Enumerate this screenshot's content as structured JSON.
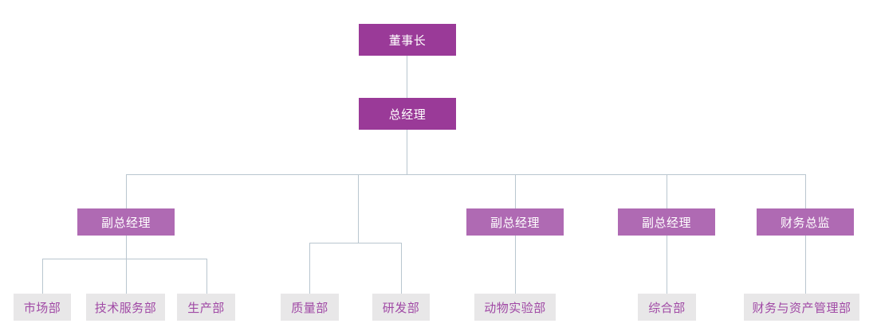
{
  "org_chart": {
    "level1": [
      {
        "id": "chairman",
        "label": "董事长"
      }
    ],
    "level2": [
      {
        "id": "general-manager",
        "label": "总经理",
        "reports_to": "chairman"
      }
    ],
    "level3": [
      {
        "id": "deputy-gm-1",
        "label": "副总经理",
        "reports_to": "general-manager"
      },
      {
        "id": "deputy-gm-2",
        "label": "副总经理",
        "reports_to": "general-manager"
      },
      {
        "id": "deputy-gm-3",
        "label": "副总经理",
        "reports_to": "general-manager"
      },
      {
        "id": "finance-director",
        "label": "财务总监",
        "reports_to": "general-manager"
      }
    ],
    "level4": [
      {
        "id": "marketing-dept",
        "label": "市场部",
        "reports_to": "deputy-gm-1"
      },
      {
        "id": "technical-service-dept",
        "label": "技术服务部",
        "reports_to": "deputy-gm-1"
      },
      {
        "id": "production-dept",
        "label": "生产部",
        "reports_to": "deputy-gm-1"
      },
      {
        "id": "quality-dept",
        "label": "质量部",
        "reports_to": "general-manager"
      },
      {
        "id": "research-dept",
        "label": "研发部",
        "reports_to": "general-manager"
      },
      {
        "id": "animal-lab-dept",
        "label": "动物实验部",
        "reports_to": "deputy-gm-2"
      },
      {
        "id": "general-affairs-dept",
        "label": "综合部",
        "reports_to": "deputy-gm-3"
      },
      {
        "id": "finance-asset-dept",
        "label": "财务与资产管理部",
        "reports_to": "finance-director"
      }
    ]
  },
  "colors": {
    "executive_box": "#9a3a98",
    "executive_text": "#ffffff",
    "manager_box": "#af6ab3",
    "department_box": "#e8e7e8",
    "department_text": "#a049a5",
    "connector": "#b9c6cf",
    "background": "#ffffff"
  }
}
